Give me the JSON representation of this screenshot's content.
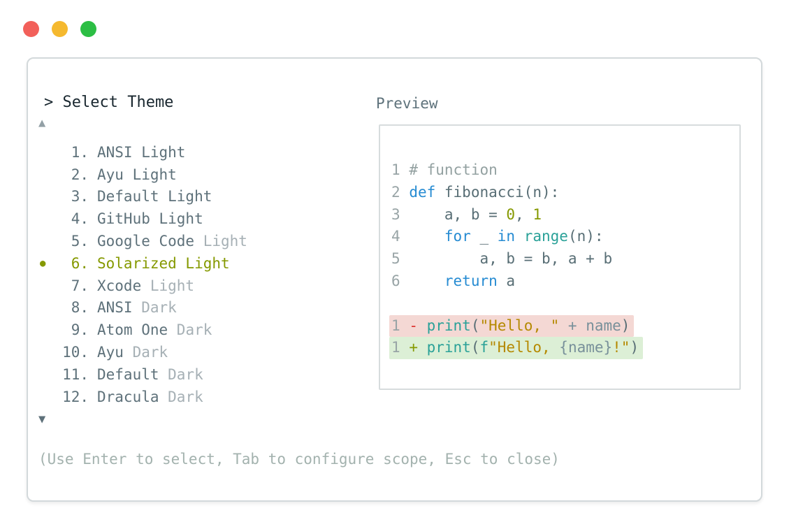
{
  "dialog": {
    "title": "> Select Theme",
    "help_text": "(Use Enter to select, Tab to configure scope, Esc to close)"
  },
  "theme_list": {
    "scroll_up_indicator": "▲",
    "scroll_down_indicator": "▼",
    "selected_bullet": "●",
    "selected_theme": "Solarized Light",
    "items": [
      {
        "number": "1.",
        "name": "ANSI Light",
        "suffix": "",
        "selected": false
      },
      {
        "number": "2.",
        "name": "Ayu Light",
        "suffix": "",
        "selected": false
      },
      {
        "number": "3.",
        "name": "Default Light",
        "suffix": "",
        "selected": false
      },
      {
        "number": "4.",
        "name": "GitHub Light",
        "suffix": "",
        "selected": false
      },
      {
        "number": "5.",
        "name": "Google Code",
        "suffix": " Light",
        "selected": false
      },
      {
        "number": "6.",
        "name": "Solarized Light",
        "suffix": "",
        "selected": true
      },
      {
        "number": "7.",
        "name": "Xcode",
        "suffix": " Light",
        "selected": false
      },
      {
        "number": "8.",
        "name": "ANSI",
        "suffix": " Dark",
        "selected": false
      },
      {
        "number": "9.",
        "name": "Atom One",
        "suffix": " Dark",
        "selected": false
      },
      {
        "number": "10.",
        "name": "Ayu",
        "suffix": " Dark",
        "selected": false
      },
      {
        "number": "11.",
        "name": "Default",
        "suffix": " Dark",
        "selected": false
      },
      {
        "number": "12.",
        "name": "Dracula",
        "suffix": " Dark",
        "selected": false
      }
    ]
  },
  "preview": {
    "label": "Preview",
    "code_lines": [
      {
        "num": "1",
        "diff": "",
        "tokens": [
          {
            "t": "# function",
            "c": "comment"
          }
        ]
      },
      {
        "num": "2",
        "diff": "",
        "tokens": [
          {
            "t": "def",
            "c": "keyword"
          },
          {
            "t": " fibonacci(n):",
            "c": "plain"
          }
        ]
      },
      {
        "num": "3",
        "diff": "",
        "tokens": [
          {
            "t": "    a, b = ",
            "c": "plain"
          },
          {
            "t": "0",
            "c": "number"
          },
          {
            "t": ", ",
            "c": "plain"
          },
          {
            "t": "1",
            "c": "number"
          }
        ]
      },
      {
        "num": "4",
        "diff": "",
        "tokens": [
          {
            "t": "    ",
            "c": "plain"
          },
          {
            "t": "for",
            "c": "keyword"
          },
          {
            "t": " _ ",
            "c": "plain"
          },
          {
            "t": "in",
            "c": "keyword"
          },
          {
            "t": " ",
            "c": "plain"
          },
          {
            "t": "range",
            "c": "function"
          },
          {
            "t": "(n):",
            "c": "plain"
          }
        ]
      },
      {
        "num": "5",
        "diff": "",
        "tokens": [
          {
            "t": "        a, b = b, a + b",
            "c": "plain"
          }
        ]
      },
      {
        "num": "6",
        "diff": "",
        "tokens": [
          {
            "t": "    ",
            "c": "plain"
          },
          {
            "t": "return",
            "c": "keyword"
          },
          {
            "t": " a",
            "c": "plain"
          }
        ]
      },
      {
        "num": "",
        "diff": "",
        "tokens": []
      },
      {
        "num": "1",
        "diff": "removed",
        "tokens": [
          {
            "t": "- ",
            "c": "deleted"
          },
          {
            "t": "print",
            "c": "function"
          },
          {
            "t": "(",
            "c": "plain"
          },
          {
            "t": "\"Hello, \"",
            "c": "string"
          },
          {
            "t": " + name",
            "c": "variable"
          },
          {
            "t": ")",
            "c": "plain"
          }
        ]
      },
      {
        "num": "1",
        "diff": "added",
        "tokens": [
          {
            "t": "+ ",
            "c": "inserted"
          },
          {
            "t": "print",
            "c": "function"
          },
          {
            "t": "(",
            "c": "plain"
          },
          {
            "t": "f",
            "c": "function"
          },
          {
            "t": "\"Hello, ",
            "c": "string"
          },
          {
            "t": "{name}",
            "c": "variable"
          },
          {
            "t": "!\"",
            "c": "string"
          },
          {
            "t": ")",
            "c": "plain"
          }
        ]
      }
    ]
  },
  "colors": {
    "traffic_red": "#f2605a",
    "traffic_yellow": "#f5b92f",
    "traffic_green": "#2cbe44",
    "selected_accent": "#859900",
    "list_text": "#5e717a",
    "list_text_muted": "#a6b0b5",
    "help_text": "#a3b2ae",
    "syntax_keyword": "#268bd2",
    "syntax_function": "#2aa198",
    "syntax_string": "#b58900",
    "syntax_comment": "#93a1a1",
    "diff_removed_bg": "#f4d8d4",
    "diff_added_bg": "#dcefd6",
    "diff_removed_fg": "#dc322f",
    "diff_added_fg": "#859900"
  }
}
